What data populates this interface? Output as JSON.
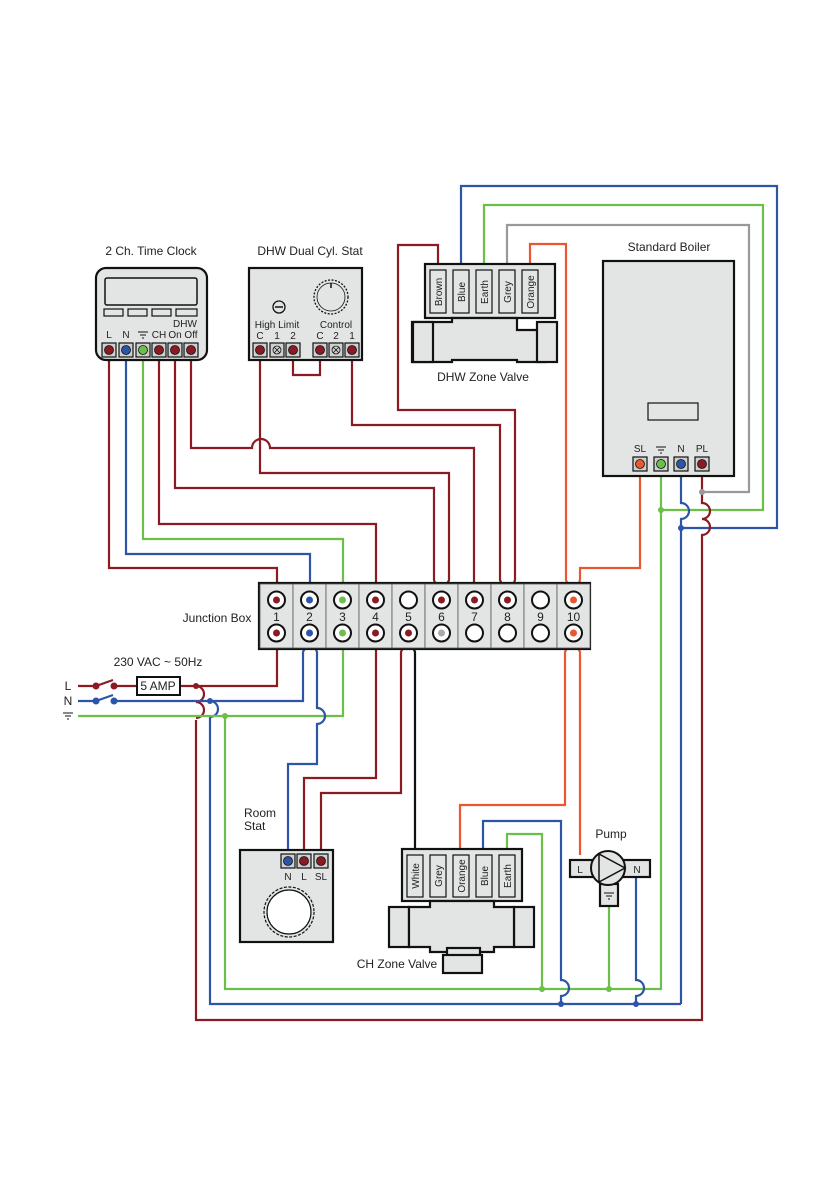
{
  "title": "S-Plan wiring diagram with standard boiler",
  "colors": {
    "live": "#8b1a22",
    "neutral": "#2c55a8",
    "earth": "#6cc04a",
    "switched_orange": "#e8572f",
    "grey": "#999999",
    "white_core": "#111111",
    "box_fill": "#e3e5e4"
  },
  "components": {
    "time_clock": {
      "title": "2 Ch. Time Clock",
      "group_label": "DHW",
      "terminals": [
        "L",
        "N",
        "earth-symbol",
        "CH",
        "On",
        "Off"
      ],
      "terminal_text": [
        "L",
        "N",
        "⏚",
        "CH",
        "On",
        "Off"
      ]
    },
    "cyl_stat": {
      "title": "DHW Dual Cyl. Stat",
      "high_limit_label": "High Limit",
      "control_label": "Control",
      "high_limit_terminals": [
        "C",
        "1",
        "2"
      ],
      "control_terminals": [
        "C",
        "2",
        "1"
      ]
    },
    "dhw_valve": {
      "title": "DHW Zone Valve",
      "wires": [
        "Brown",
        "Blue",
        "Earth",
        "Grey",
        "Orange"
      ]
    },
    "boiler": {
      "title": "Standard Boiler",
      "terminals": [
        "SL",
        "⏚",
        "N",
        "PL"
      ]
    },
    "junction_box": {
      "title": "Junction Box",
      "terminals": [
        "1",
        "2",
        "3",
        "4",
        "5",
        "6",
        "7",
        "8",
        "9",
        "10"
      ]
    },
    "supply": {
      "title": "230 VAC ~ 50Hz",
      "fuse": "5 AMP",
      "lines": [
        "L",
        "N",
        "⏚"
      ]
    },
    "room_stat": {
      "title_line1": "Room",
      "title_line2": "Stat",
      "terminals": [
        "N",
        "L",
        "SL"
      ]
    },
    "ch_valve": {
      "title": "CH Zone Valve",
      "wires": [
        "White",
        "Grey",
        "Orange",
        "Blue",
        "Earth"
      ]
    },
    "pump": {
      "title": "Pump",
      "terminals": [
        "L",
        "N",
        "⏚"
      ]
    }
  }
}
